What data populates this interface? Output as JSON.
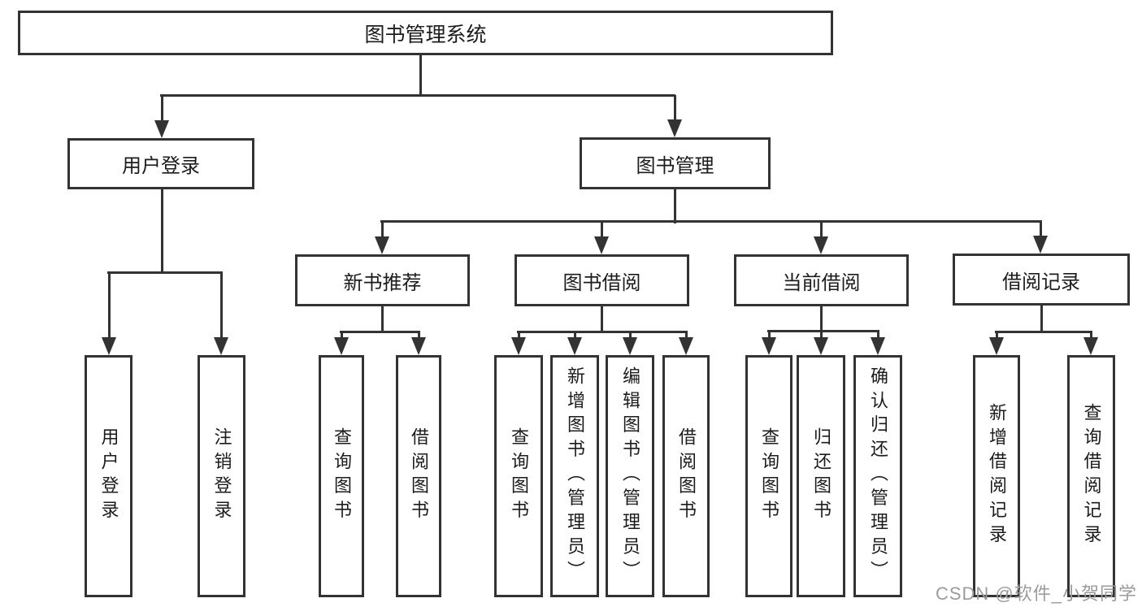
{
  "diagram": {
    "colors": {
      "line": "#333333",
      "text": "#1c1c1c",
      "background": "#ffffff",
      "watermark": "#9b9b9d"
    },
    "nodes": {
      "root": "图书管理系统",
      "userLogin": "用户登录",
      "bookMgmt": "图书管理",
      "newBookRec": "新书推荐",
      "bookBorrow": "图书借阅",
      "currentBorrow": "当前借阅",
      "borrowRecords": "借阅记录",
      "leafUserLogin": "用户登录",
      "leafLogout": "注销登录",
      "leafQueryBook1": "查询图书",
      "leafBorrowBook1": "借阅图书",
      "leafQueryBook2": "查询图书",
      "leafAddBook": "新增图书（管理员）",
      "leafEditBook": "编辑图书（管理员）",
      "leafBorrowBook2": "借阅图书",
      "leafQueryBook3": "查询图书",
      "leafReturnBook": "归还图书",
      "leafConfirmReturn": "确认归还（管理员）",
      "leafAddRecord": "新增借阅记录",
      "leafQueryRecord": "查询借阅记录"
    },
    "edges": [
      {
        "parent": "图书管理系统",
        "children": [
          "用户登录",
          "图书管理"
        ]
      },
      {
        "parent": "用户登录",
        "children": [
          "用户登录",
          "注销登录"
        ]
      },
      {
        "parent": "图书管理",
        "children": [
          "新书推荐",
          "图书借阅",
          "当前借阅",
          "借阅记录"
        ]
      },
      {
        "parent": "新书推荐",
        "children": [
          "查询图书",
          "借阅图书"
        ]
      },
      {
        "parent": "图书借阅",
        "children": [
          "查询图书",
          "新增图书（管理员）",
          "编辑图书（管理员）",
          "借阅图书"
        ]
      },
      {
        "parent": "当前借阅",
        "children": [
          "查询图书",
          "归还图书",
          "确认归还（管理员）"
        ]
      },
      {
        "parent": "借阅记录",
        "children": [
          "新增借阅记录",
          "查询借阅记录"
        ]
      }
    ],
    "watermark": "CSDN @软件_小贺同学"
  }
}
